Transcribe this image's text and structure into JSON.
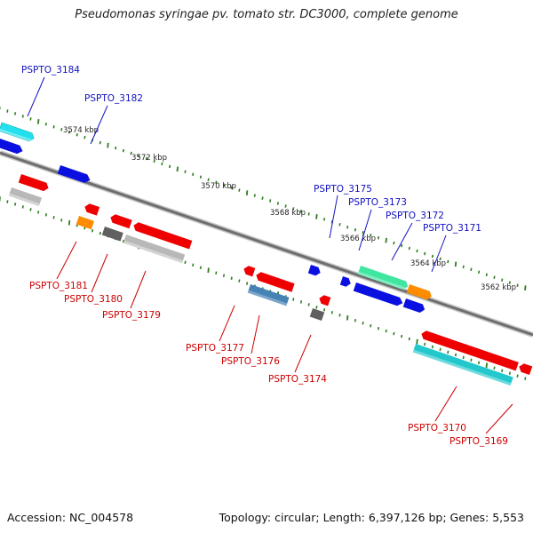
{
  "title": "Pseudomonas syringae pv. tomato str. DC3000, complete genome",
  "footer": {
    "accession": "Accession: NC_004578",
    "stats": "Topology: circular; Length: 6,397,126 bp; Genes: 5,553"
  },
  "colors": {
    "backbone": "#808080",
    "ruler": "#2e7d1e",
    "upper_label": "#1010c0",
    "lower_label": "#cc0000"
  },
  "tick_labels": [
    "3574 kbp",
    "3572 kbp",
    "3570 kbp",
    "3568 kbp",
    "3566 kbp",
    "3564 kbp",
    "3562 kbp"
  ],
  "genes_top": [
    {
      "name": "PSPTO_3184"
    },
    {
      "name": "PSPTO_3182"
    },
    {
      "name": "PSPTO_3175"
    },
    {
      "name": "PSPTO_3173"
    },
    {
      "name": "PSPTO_3172"
    },
    {
      "name": "PSPTO_3171"
    }
  ],
  "genes_bottom": [
    {
      "name": "PSPTO_3181"
    },
    {
      "name": "PSPTO_3180"
    },
    {
      "name": "PSPTO_3179"
    },
    {
      "name": "PSPTO_3177"
    },
    {
      "name": "PSPTO_3176"
    },
    {
      "name": "PSPTO_3174"
    },
    {
      "name": "PSPTO_3170"
    },
    {
      "name": "PSPTO_3169"
    }
  ]
}
